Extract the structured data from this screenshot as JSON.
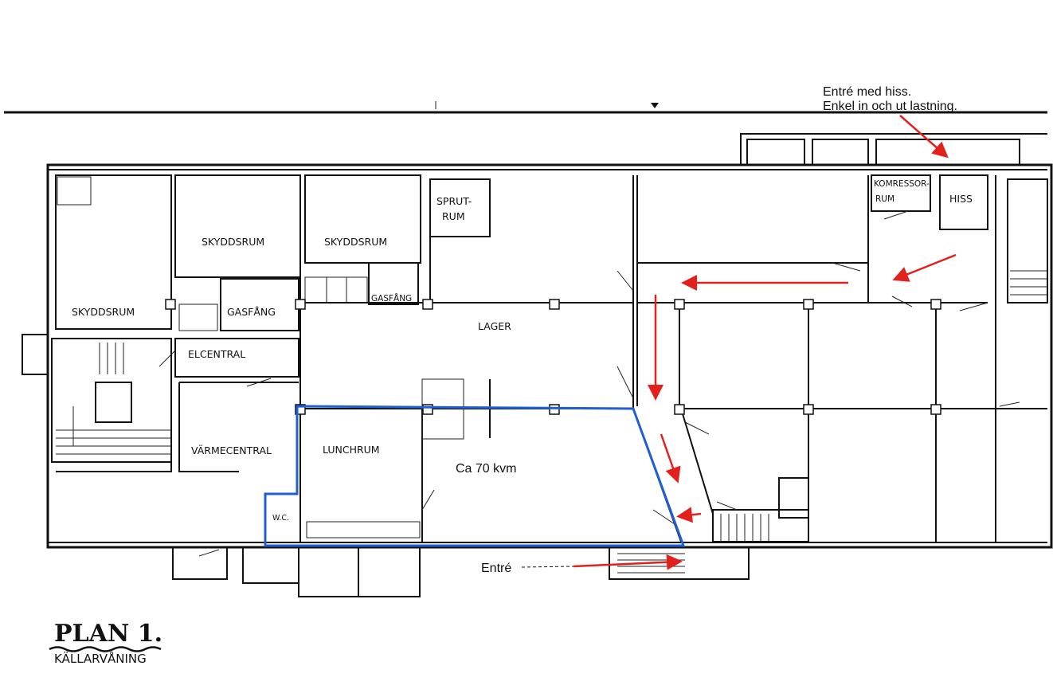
{
  "plan": {
    "title_handwritten": "PLAN 1.",
    "subtitle": "KÄLLARVÅNING"
  },
  "rooms": {
    "skyddsrum_1": "SKYDDSRUM",
    "skyddsrum_2": "SKYDDSRUM",
    "skyddsrum_3": "SKYDDSRUM",
    "sprutrum_line1": "SPRUT-",
    "sprutrum_line2": "RUM",
    "gasfang_1": "GASFÅNG",
    "gasfang_2": "GASFÅNG",
    "elcentral": "ELCENTRAL",
    "lager": "LAGER",
    "varmecentral": "VÄRMECENTRAL",
    "lunchrum": "LUNCHRUM",
    "wc": "W.C.",
    "kompressor_line1": "KOMRESSOR-",
    "kompressor_line2": "RUM",
    "hiss": "HISS"
  },
  "annotations": {
    "area": "Ca 70 kvm",
    "entrance": "Entré",
    "elevator_entrance_line1": "Entré med hiss.",
    "elevator_entrance_line2": "Enkel in och ut lastning."
  },
  "colors": {
    "highlight": "#1f5fd6",
    "arrow": "#e3211c"
  }
}
